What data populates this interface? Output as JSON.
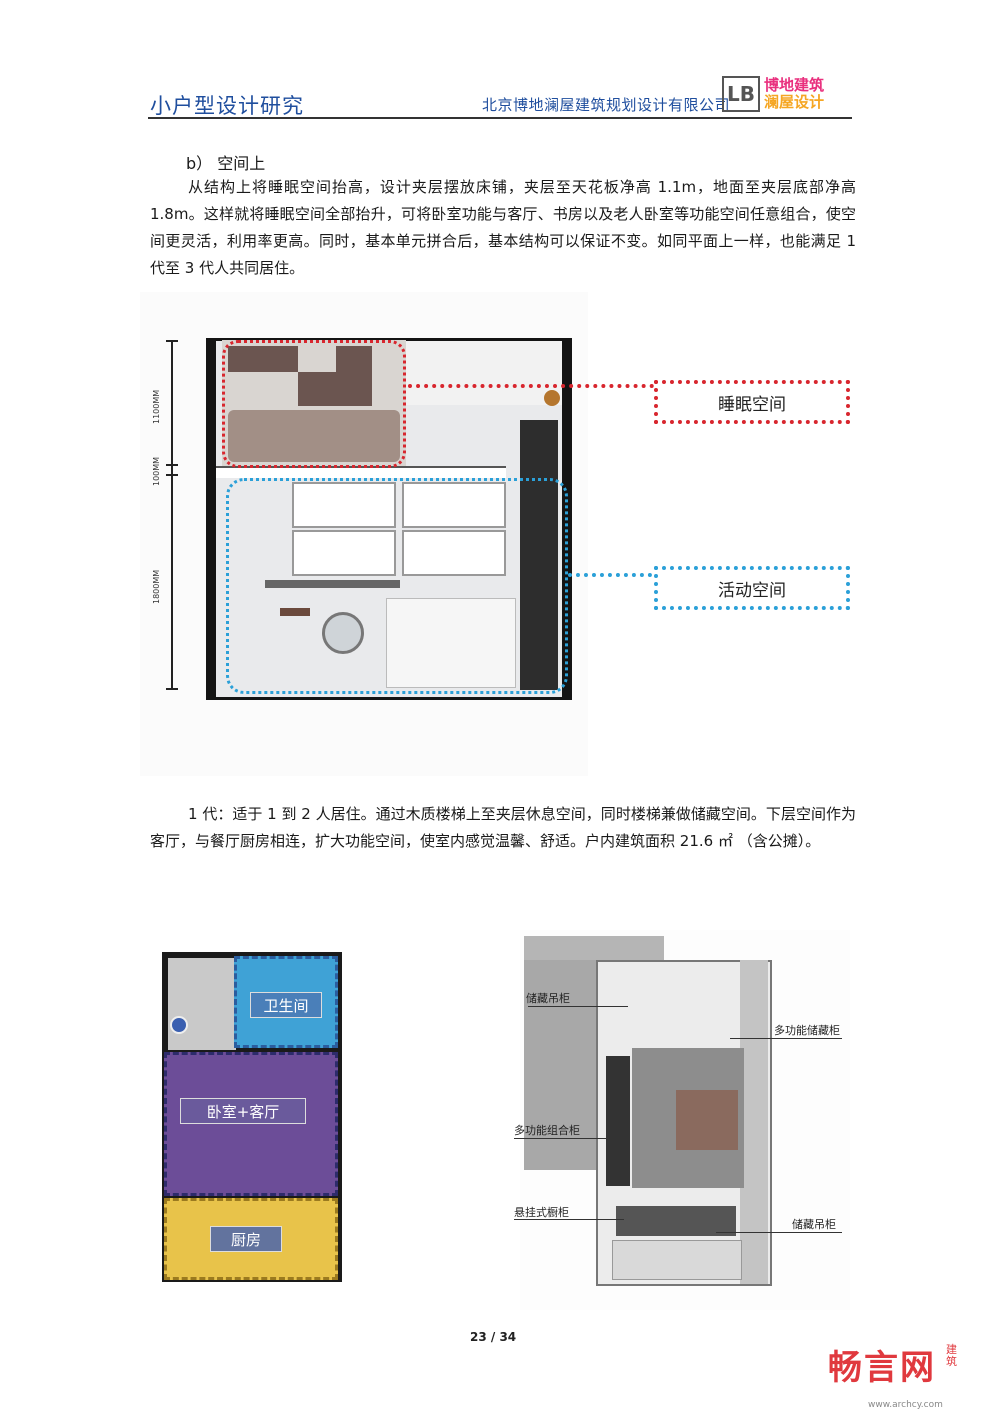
{
  "header": {
    "title": "小户型设计研究",
    "company": "北京博地澜屋建筑规划设计有限公司",
    "logo_mark": "LB",
    "logo_line1": "博地建筑",
    "logo_line2": "澜屋设计"
  },
  "section": {
    "heading": "b）  空间上",
    "paragraph1": "从结构上将睡眠空间抬高，设计夹层摆放床铺，夹层至天花板净高 1.1m，地面至夹层底部净高 1.8m。这样就将睡眠空间全部抬升，可将卧室功能与客厅、书房以及老人卧室等功能空间任意组合，使空间更灵活，利用率更高。同时，基本单元拼合后，基本结构可以保证不变。如同平面上一样，也能满足 1 代至 3 代人共同居住。",
    "paragraph2": "1 代：适于 1 到 2 人居住。通过木质楼梯上至夹层休息空间，同时楼梯兼做储藏空间。下层空间作为客厅，与餐厅厨房相连，扩大功能空间，使室内感觉温馨、舒适。户内建筑面积 21.6 ㎡  （含公摊）。"
  },
  "figure1": {
    "dim_top": "1100MM",
    "dim_mid": "100MM",
    "dim_bottom": "1800MM",
    "label_sleep": "睡眠空间",
    "label_activity": "活动空间",
    "colors": {
      "sleep": "#d8262e",
      "activity": "#2ba0d8"
    }
  },
  "figure2": {
    "plan_labels": {
      "bath": "卫生间",
      "bed_living": "卧室+客厅",
      "kitchen": "厨房"
    },
    "callouts": {
      "storage_hanging_top": "储藏吊柜",
      "multi_storage": "多功能储藏柜",
      "multi_combo": "多功能组合柜",
      "hanging_cabinet": "悬挂式橱柜",
      "storage_hanging_bottom": "储藏吊柜"
    }
  },
  "footer": {
    "page": "23 / 34",
    "watermark": "畅言网",
    "watermark_side": "建筑",
    "watermark_url": "www.archcy.com"
  }
}
